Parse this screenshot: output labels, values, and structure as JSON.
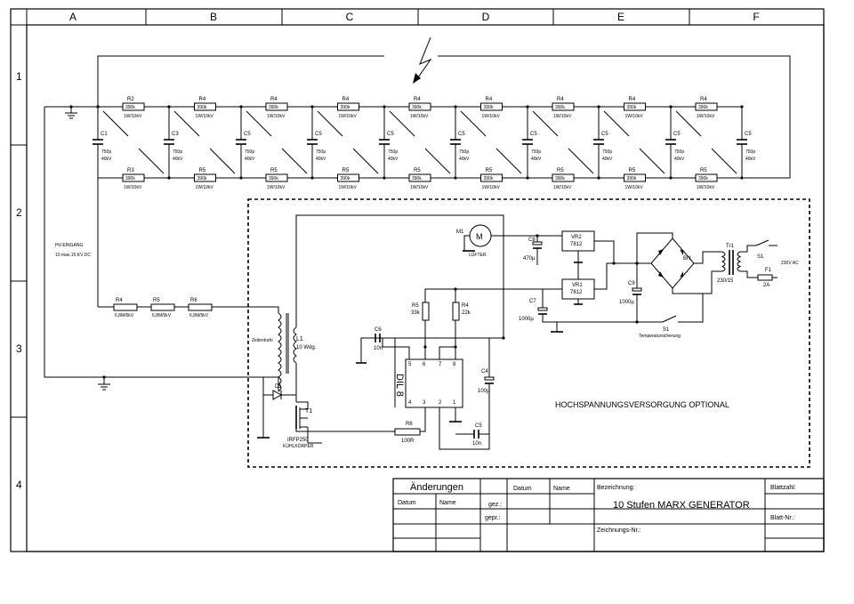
{
  "grid": {
    "columns": [
      "A",
      "B",
      "C",
      "D",
      "E",
      "F"
    ],
    "rows": [
      "1",
      "2",
      "3",
      "4"
    ]
  },
  "marx": {
    "top_res_names": [
      "R2",
      "R4",
      "R4",
      "R4",
      "R4",
      "R4",
      "R4",
      "R4",
      "R4"
    ],
    "top_res_value": "390k",
    "top_res_rating": "1W/10kV",
    "cap_names": [
      "C1",
      "C3",
      "C5",
      "C5",
      "C5",
      "C5",
      "C5",
      "C5",
      "C5",
      "C5"
    ],
    "cap_value": "750p",
    "cap_rating": "40kV",
    "bot_res_names": [
      "R3",
      "R5",
      "R5",
      "R5",
      "R5",
      "R5",
      "R5",
      "R5",
      "R5"
    ],
    "bot_res_value": "390k",
    "bot_res_rating": "1W/10kV",
    "hv_label_1": "HV-EINGANG",
    "hv_label_2": "10 max.15 KV DC"
  },
  "input_chain": {
    "resistors": [
      {
        "name": "R4",
        "value": "6,8M/5kV"
      },
      {
        "name": "R5",
        "value": "6,8M/5kV"
      },
      {
        "name": "R6",
        "value": "6,8M/5kV"
      }
    ],
    "transformer_label": "Zeilentrafo",
    "coil_name": "L1",
    "coil_value": "10 Wdg."
  },
  "driver": {
    "d1": "D1",
    "t1": "T1",
    "t1_type": "IRFP250",
    "t1_note": "KÜHLKÖRPER",
    "r6_name": "R6",
    "r6_value": "100R",
    "c6_name": "C6",
    "c6_value": "10n",
    "c5_name": "C5",
    "c5_value": "10n",
    "c4_name": "C4",
    "c4_value": "100µ",
    "r5_name": "R5",
    "r5_value": "33k",
    "r4_name": "R4",
    "r4_value": "22k",
    "ic_label": "DIL 8",
    "pins_top": [
      "5",
      "6",
      "7",
      "8"
    ],
    "pins_bottom": [
      "4",
      "3",
      "2",
      "1"
    ]
  },
  "supply": {
    "m1_name": "M1",
    "m1_symbol": "M",
    "m1_label": "LÜFTER",
    "c8_name": "C8",
    "c8_value": "470µ",
    "vr2_name": "VR2",
    "vr2_value": "7812",
    "vr1_name": "VR1",
    "vr1_value": "7812",
    "c7_name": "C7",
    "c7_value": "1000µ",
    "c9_name": "C9",
    "c9_value": "1000µ",
    "br1": "Br1",
    "tr1_name": "Tr1",
    "tr1_value": "230/15",
    "s1_name": "S1",
    "mains": "230V AC",
    "f1_name": "F1",
    "f1_value": "2A",
    "thermo_name": "S1",
    "thermo_label": "Temperatursicherung",
    "optional_label": "HOCHSPANNUNGSVERSORGUNG OPTIONAL"
  },
  "title_block": {
    "changes": "Änderungen",
    "datum": "Datum",
    "name": "Name",
    "gez": "gez.:",
    "gepr": "gepr.:",
    "bezeichnung": "Bezeichnung:",
    "title": "10 Stufen MARX GENERATOR",
    "zeichnungs_nr": "Zeichnungs-Nr.:",
    "blattzahl": "Blattzahl:",
    "blatt_nr": "Blatt-Nr.:"
  }
}
